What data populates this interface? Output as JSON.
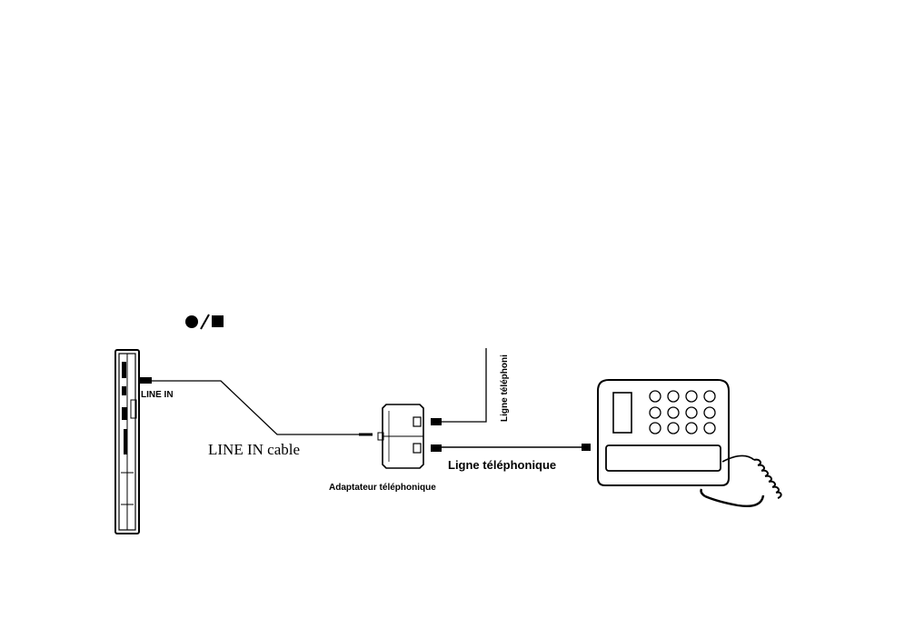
{
  "labels": {
    "record_stop_symbol": "●/■",
    "line_in_port": "LINE IN",
    "line_in_cable": "LINE IN cable",
    "phone_adapter": "Adaptateur téléphonique",
    "phone_line_vertical": "Ligne téléphoni",
    "phone_line_horizontal": "Ligne téléphonique"
  },
  "colors": {
    "ink": "#000000",
    "background": "#ffffff"
  },
  "icons": [
    "recorder-device",
    "phone-adapter",
    "desk-telephone"
  ]
}
